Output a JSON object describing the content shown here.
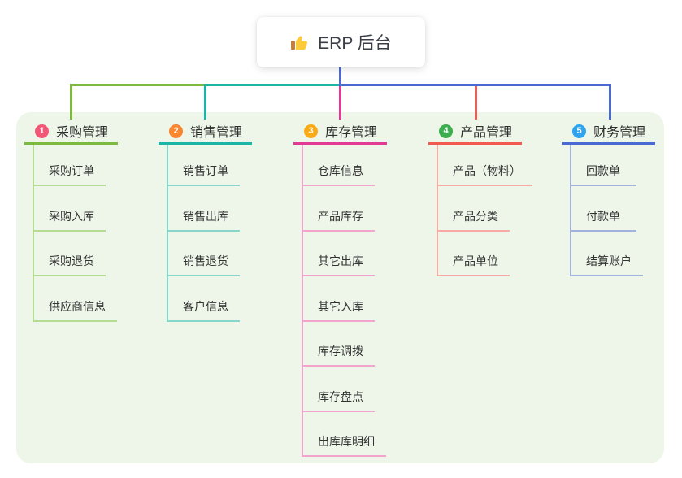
{
  "canvas": {
    "background": "#ffffff",
    "panel_background": "#edf6e8",
    "text_color": "#333333"
  },
  "root": {
    "label": "ERP 后台",
    "icon": "thumbs-up",
    "connector_color": "#5169d1"
  },
  "branches": [
    {
      "badge": "1",
      "label": "采购管理",
      "colors": {
        "main": "#7cb93f",
        "light": "#b5dc92",
        "badge": "#f25876"
      },
      "children": [
        "采购订单",
        "采购入库",
        "采购退货",
        "供应商信息"
      ]
    },
    {
      "badge": "2",
      "label": "销售管理",
      "colors": {
        "main": "#1ab5a5",
        "light": "#86d6cb",
        "badge": "#f8862f"
      },
      "children": [
        "销售订单",
        "销售出库",
        "销售退货",
        "客户信息"
      ]
    },
    {
      "badge": "3",
      "label": "库存管理",
      "colors": {
        "main": "#e03a94",
        "light": "#f2a4cd",
        "badge": "#f9ab17"
      },
      "children": [
        "仓库信息",
        "产品库存",
        "其它出库",
        "其它入库",
        "库存调拨",
        "库存盘点",
        "出库库明细"
      ]
    },
    {
      "badge": "4",
      "label": "产品管理",
      "colors": {
        "main": "#f05a50",
        "light": "#f8aba4",
        "badge": "#3cae50"
      },
      "children": [
        "产品（物料）",
        "产品分类",
        "产品单位"
      ]
    },
    {
      "badge": "5",
      "label": "财务管理",
      "colors": {
        "main": "#4a69d2",
        "light": "#a3b2dc",
        "badge": "#2fa3ef"
      },
      "children": [
        "回款单",
        "付款单",
        "结算账户"
      ]
    }
  ]
}
